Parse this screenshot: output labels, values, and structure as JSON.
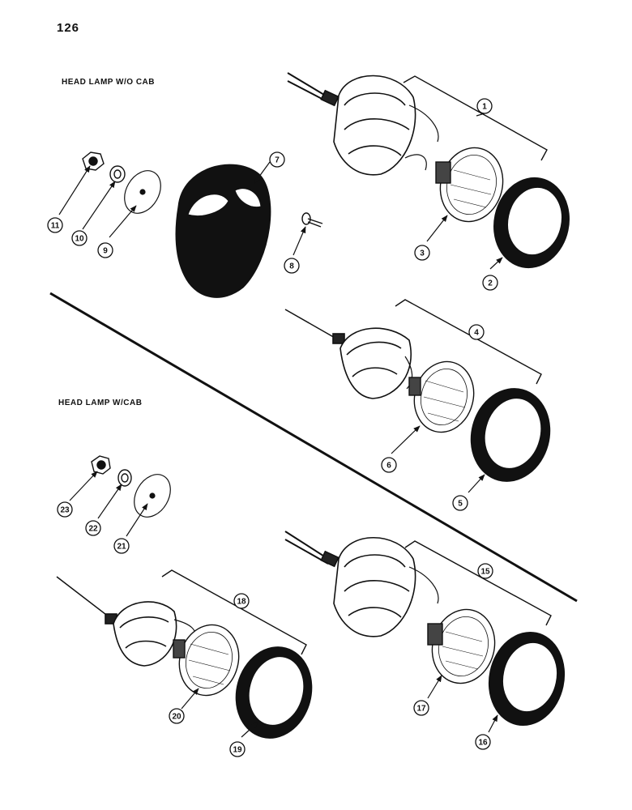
{
  "page_number": "126",
  "sections": [
    {
      "heading": "HEAD LAMP W/O CAB"
    },
    {
      "heading": "HEAD LAMP W/CAB"
    }
  ],
  "callouts": [
    "1",
    "2",
    "3",
    "4",
    "5",
    "6",
    "7",
    "8",
    "9",
    "10",
    "11",
    "15",
    "16",
    "17",
    "18",
    "19",
    "20",
    "21",
    "22",
    "23"
  ]
}
